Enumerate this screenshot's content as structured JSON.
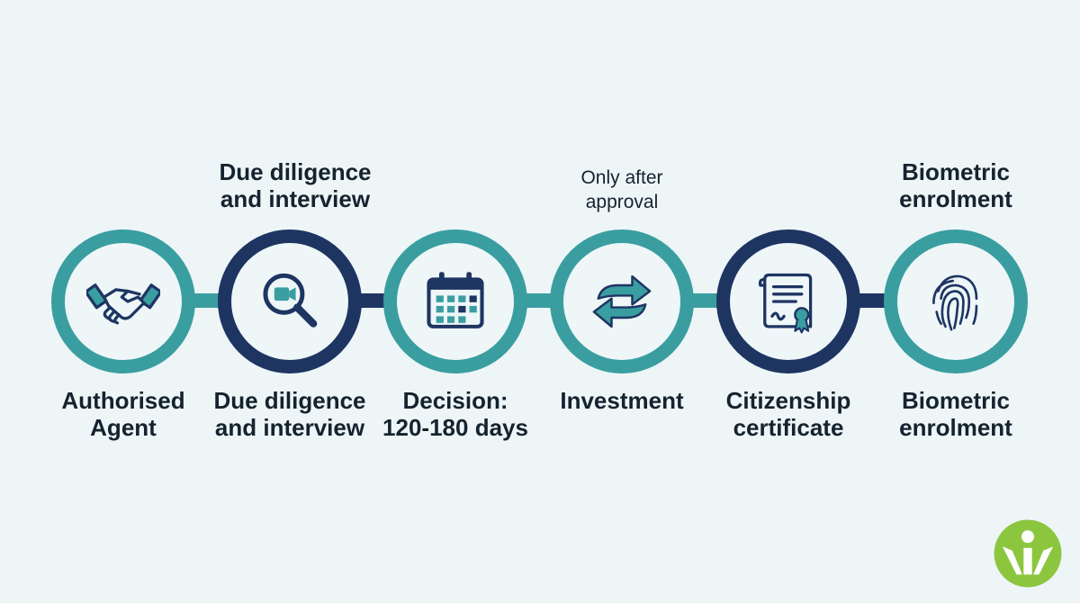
{
  "colors": {
    "background": "#edf5f7",
    "teal": "#3a9ea1",
    "navy": "#1e3562",
    "text": "#15232f",
    "logo_green": "#8cc63e"
  },
  "steps": [
    {
      "id": "authorised-agent",
      "label": "Authorised\nAgent",
      "top_label": "",
      "note": "",
      "icon": "handshake-icon",
      "ring_color": "teal"
    },
    {
      "id": "due-diligence",
      "label": "Due diligence\nand interview",
      "top_label": "Due diligence\nand interview",
      "note": "",
      "icon": "magnifier-video-icon",
      "ring_color": "navy"
    },
    {
      "id": "decision",
      "label": "Decision:\n120-180 days",
      "top_label": "",
      "note": "",
      "icon": "calendar-icon",
      "ring_color": "teal"
    },
    {
      "id": "investment",
      "label": "Investment",
      "top_label": "",
      "note": "Only after\napproval",
      "icon": "exchange-arrows-icon",
      "ring_color": "teal"
    },
    {
      "id": "citizenship-certificate",
      "label": "Citizenship\ncertificate",
      "top_label": "",
      "note": "",
      "icon": "certificate-icon",
      "ring_color": "navy"
    },
    {
      "id": "biometric-enrolment",
      "label": "Biometric\nenrolment",
      "top_label": "Biometric\nenrolment",
      "note": "",
      "icon": "fingerprint-icon",
      "ring_color": "teal"
    }
  ],
  "logo": {
    "icon": "brand-logo-icon"
  }
}
